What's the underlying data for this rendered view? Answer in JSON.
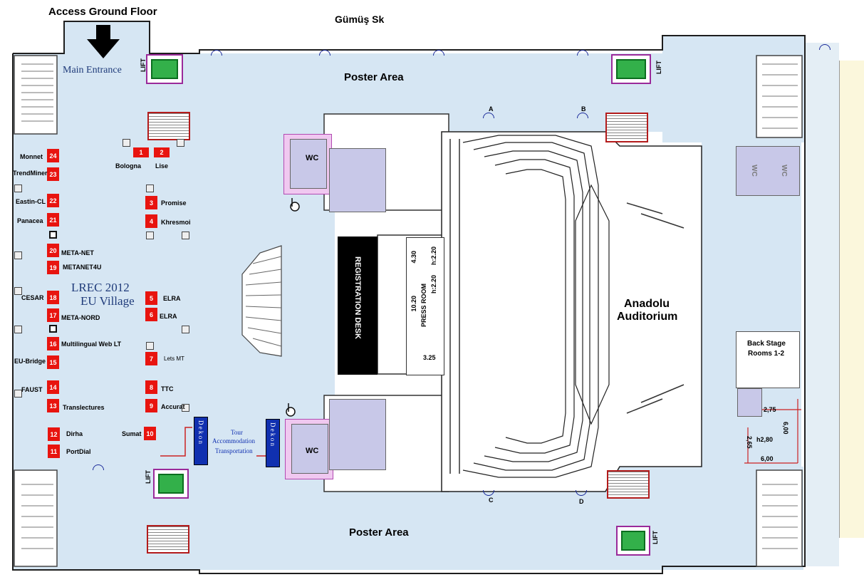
{
  "header": {
    "access_label": "Access Ground Floor",
    "street_label": "Gümüş Sk",
    "main_entrance": "Main Entrance"
  },
  "areas": {
    "poster_top": "Poster Area",
    "poster_bottom": "Poster Area",
    "auditorium_line1": "Anadolu",
    "auditorium_line2": "Auditorium",
    "backstage_line1": "Back Stage",
    "backstage_line2": "Rooms 1-2",
    "registration": "REGISTRATION DESK",
    "press_room": "PRESS ROOM",
    "eu_village_line1": "LREC 2012",
    "eu_village_line2": "EU Village"
  },
  "wc": {
    "top": "WC",
    "bottom": "WC",
    "right1": "WC",
    "right2": "WC"
  },
  "lift": {
    "label": "LIFT"
  },
  "doors": {
    "a": "A",
    "b": "B",
    "c": "C",
    "d": "D"
  },
  "dimensions": {
    "d430": "4.30",
    "h220a": "h:2.20",
    "d1020": "10.20",
    "h220b": "h:2.20",
    "d325": "3.25",
    "d275": "2,75",
    "d600v": "6,00",
    "h280": "h2,80",
    "d265": "2,65",
    "d600h": "6,00"
  },
  "dekon": {
    "left_text": "D e k o n",
    "right_text": "D e k o n",
    "service_line1": "Tour",
    "service_line2": "Accommodation",
    "service_line3": "Transportation"
  },
  "booths": [
    {
      "num": "1",
      "name": "Bologna"
    },
    {
      "num": "2",
      "name": "Lise"
    },
    {
      "num": "3",
      "name": "Promise"
    },
    {
      "num": "4",
      "name": "Khresmoi"
    },
    {
      "num": "5",
      "name": "ELRA"
    },
    {
      "num": "6",
      "name": "ELRA"
    },
    {
      "num": "7",
      "name": "Lets MT"
    },
    {
      "num": "8",
      "name": "TTC"
    },
    {
      "num": "9",
      "name": "Accurat"
    },
    {
      "num": "10",
      "name": "Sumat"
    },
    {
      "num": "11",
      "name": "PortDial"
    },
    {
      "num": "12",
      "name": "Dirha"
    },
    {
      "num": "13",
      "name": "Translectures"
    },
    {
      "num": "14",
      "name": "FAUST"
    },
    {
      "num": "15",
      "name": "EU-Bridge"
    },
    {
      "num": "16",
      "name": "Multilingual Web LT"
    },
    {
      "num": "17",
      "name": "META-NORD"
    },
    {
      "num": "18",
      "name": "CESAR"
    },
    {
      "num": "19",
      "name": "METANET4U"
    },
    {
      "num": "20",
      "name": "META-NET"
    },
    {
      "num": "21",
      "name": "Panacea"
    },
    {
      "num": "22",
      "name": "Eastin-CL"
    },
    {
      "num": "23",
      "name": "TrendMiner"
    },
    {
      "num": "24",
      "name": "Monnet"
    }
  ],
  "colors": {
    "floor": "#d6e6f3",
    "booth": "#e8140f",
    "wc": "#c8c8e8",
    "dekon": "#1030b0",
    "eu_village": "#1f3b7a",
    "stairs": "#b31b1b",
    "lift": "#33b04a"
  }
}
